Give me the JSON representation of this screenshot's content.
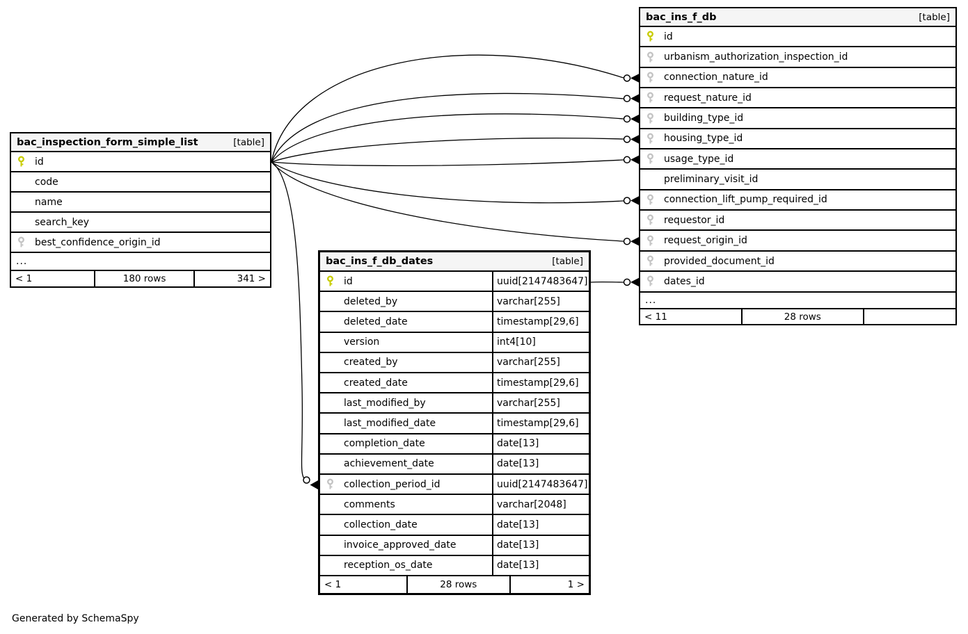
{
  "app": {
    "generator_note": "Generated by SchemaSpy"
  },
  "colors": {
    "primary_key": "#c8cc00",
    "foreign_key": "#c4c4c4",
    "header_bg": "#f5f5f5",
    "border": "#000000",
    "background": "#ffffff"
  },
  "tables": [
    {
      "name": "bac_inspection_form_simple_list",
      "type_badge": "[table]",
      "more_columns_label": "...",
      "columns": [
        {
          "name": "id",
          "key": "primary"
        },
        {
          "name": "code",
          "key": "none"
        },
        {
          "name": "name",
          "key": "none"
        },
        {
          "name": "search_key",
          "key": "none"
        },
        {
          "name": "best_confidence_origin_id",
          "key": "foreign"
        }
      ],
      "footer": {
        "prev": "< 1",
        "rows": "180 rows",
        "next": "341 >"
      }
    },
    {
      "name": "bac_ins_f_db",
      "type_badge": "[table]",
      "more_columns_label": "...",
      "columns": [
        {
          "name": "id",
          "key": "primary"
        },
        {
          "name": "urbanism_authorization_inspection_id",
          "key": "foreign"
        },
        {
          "name": "connection_nature_id",
          "key": "foreign"
        },
        {
          "name": "request_nature_id",
          "key": "foreign"
        },
        {
          "name": "building_type_id",
          "key": "foreign"
        },
        {
          "name": "housing_type_id",
          "key": "foreign"
        },
        {
          "name": "usage_type_id",
          "key": "foreign"
        },
        {
          "name": "preliminary_visit_id",
          "key": "none"
        },
        {
          "name": "connection_lift_pump_required_id",
          "key": "foreign"
        },
        {
          "name": "requestor_id",
          "key": "foreign"
        },
        {
          "name": "request_origin_id",
          "key": "foreign"
        },
        {
          "name": "provided_document_id",
          "key": "foreign"
        },
        {
          "name": "dates_id",
          "key": "foreign"
        }
      ],
      "footer": {
        "prev": "< 11",
        "rows": "28 rows",
        "next": ""
      }
    },
    {
      "name": "bac_ins_f_db_dates",
      "type_badge": "[table]",
      "more_columns_label": null,
      "columns": [
        {
          "name": "id",
          "key": "primary",
          "type": "uuid[2147483647]"
        },
        {
          "name": "deleted_by",
          "key": "none",
          "type": "varchar[255]"
        },
        {
          "name": "deleted_date",
          "key": "none",
          "type": "timestamp[29,6]"
        },
        {
          "name": "version",
          "key": "none",
          "type": "int4[10]"
        },
        {
          "name": "created_by",
          "key": "none",
          "type": "varchar[255]"
        },
        {
          "name": "created_date",
          "key": "none",
          "type": "timestamp[29,6]"
        },
        {
          "name": "last_modified_by",
          "key": "none",
          "type": "varchar[255]"
        },
        {
          "name": "last_modified_date",
          "key": "none",
          "type": "timestamp[29,6]"
        },
        {
          "name": "completion_date",
          "key": "none",
          "type": "date[13]"
        },
        {
          "name": "achievement_date",
          "key": "none",
          "type": "date[13]"
        },
        {
          "name": "collection_period_id",
          "key": "foreign",
          "type": "uuid[2147483647]"
        },
        {
          "name": "comments",
          "key": "none",
          "type": "varchar[2048]"
        },
        {
          "name": "collection_date",
          "key": "none",
          "type": "date[13]"
        },
        {
          "name": "invoice_approved_date",
          "key": "none",
          "type": "date[13]"
        },
        {
          "name": "reception_os_date",
          "key": "none",
          "type": "date[13]"
        }
      ],
      "footer": {
        "prev": "< 1",
        "rows": "28 rows",
        "next": "1 >"
      }
    }
  ],
  "relationships": [
    {
      "from_table": "bac_inspection_form_simple_list",
      "from_column": "id",
      "to_table": "bac_ins_f_db",
      "to_column": "connection_nature_id"
    },
    {
      "from_table": "bac_inspection_form_simple_list",
      "from_column": "id",
      "to_table": "bac_ins_f_db",
      "to_column": "request_nature_id"
    },
    {
      "from_table": "bac_inspection_form_simple_list",
      "from_column": "id",
      "to_table": "bac_ins_f_db",
      "to_column": "building_type_id"
    },
    {
      "from_table": "bac_inspection_form_simple_list",
      "from_column": "id",
      "to_table": "bac_ins_f_db",
      "to_column": "housing_type_id"
    },
    {
      "from_table": "bac_inspection_form_simple_list",
      "from_column": "id",
      "to_table": "bac_ins_f_db",
      "to_column": "usage_type_id"
    },
    {
      "from_table": "bac_inspection_form_simple_list",
      "from_column": "id",
      "to_table": "bac_ins_f_db",
      "to_column": "connection_lift_pump_required_id"
    },
    {
      "from_table": "bac_inspection_form_simple_list",
      "from_column": "id",
      "to_table": "bac_ins_f_db",
      "to_column": "request_origin_id"
    },
    {
      "from_table": "bac_inspection_form_simple_list",
      "from_column": "id",
      "to_table": "bac_ins_f_db_dates",
      "to_column": "collection_period_id"
    },
    {
      "from_table": "bac_ins_f_db_dates",
      "from_column": "id",
      "to_table": "bac_ins_f_db",
      "to_column": "dates_id"
    }
  ]
}
